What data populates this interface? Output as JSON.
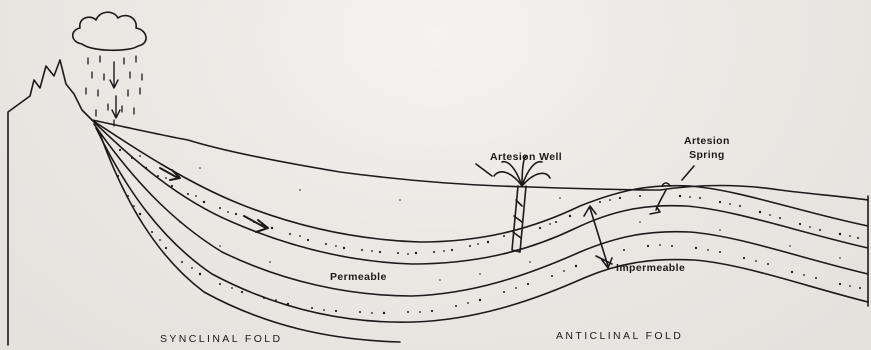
{
  "labels": {
    "artesian_well": "Artesion Well",
    "artesian_spring_line1": "Artesion",
    "artesian_spring_line2": "Spring",
    "permeable": "Permeable",
    "impermeable": "Impermeable",
    "synclinal_fold": "SYNCLINAL   FOLD",
    "anticlinal_fold": "ANTICLINAL    FOLD"
  },
  "colors": {
    "ink": "#1b1b1b",
    "paper": "#ebe9e4"
  },
  "icons": [
    "rain-cloud-icon",
    "raindrops-icon",
    "flow-arrow-icon"
  ]
}
